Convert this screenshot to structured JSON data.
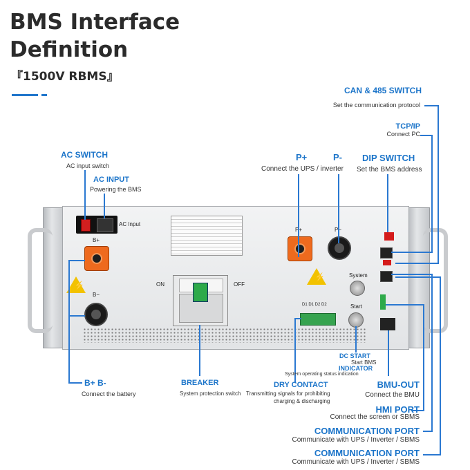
{
  "header": {
    "title_line1": "BMS Interface",
    "title_line2": "Definition",
    "subtitle": "『1500V RBMS』"
  },
  "colors": {
    "accent": "#1b74c9",
    "line": "#2a78d1"
  },
  "labels": {
    "can485": {
      "title": "CAN & 485 SWITCH",
      "desc": "Set the communication protocol"
    },
    "tcpip": {
      "title": "TCP/IP",
      "desc": "Connect PC"
    },
    "ac_switch": {
      "title": "AC SWITCH",
      "desc": "AC input switch"
    },
    "ac_input": {
      "title": "AC INPUT",
      "desc": "Powering the BMS"
    },
    "p_plus": {
      "title": "P+"
    },
    "p_minus": {
      "title": "P-"
    },
    "p_desc": "Connect the UPS / inverter",
    "dip_switch": {
      "title": "DIP SWITCH",
      "desc": "Set the BMS address"
    },
    "b_pm": {
      "title": "B+ B-",
      "desc": "Connect the battery"
    },
    "breaker": {
      "title": "BREAKER",
      "desc": "System protection switch"
    },
    "dry_contact": {
      "title": "DRY CONTACT",
      "desc1": "Transmitting signals for prohibiting",
      "desc2": "charging & discharging"
    },
    "dc_start": {
      "title": "DC START",
      "desc": "Start BMS"
    },
    "indicator": {
      "title": "INDICATOR",
      "desc": "System operating status indication"
    },
    "bmu_out": {
      "title": "BMU-OUT",
      "desc": "Connect the BMU"
    },
    "hmi_port": {
      "title": "HMI PORT",
      "desc": "Connect the screen or SBMS"
    },
    "comm_port1": {
      "title": "COMMUNICATION PORT",
      "desc": "Communicate with UPS / Inverter / SBMS"
    },
    "comm_port2": {
      "title": "COMMUNICATION PORT",
      "desc": "Communicate with UPS / Inverter / SBMS"
    }
  },
  "device": {
    "ac_input_text": "AC Input",
    "b_plus": "B+",
    "b_minus": "B−",
    "p_plus": "P+",
    "p_minus": "P−",
    "on": "ON",
    "off": "OFF",
    "system": "System",
    "start": "Start",
    "dry_pins": "D1  D1  D2  D2"
  }
}
